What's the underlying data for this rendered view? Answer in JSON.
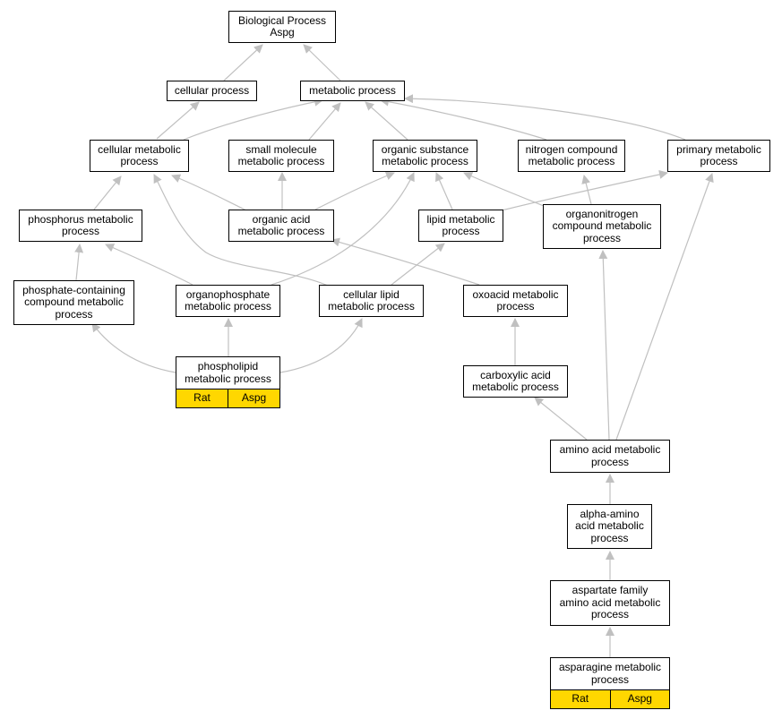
{
  "nodes": {
    "bp": {
      "lines": [
        "Biological Process",
        "Aspg"
      ]
    },
    "cellular": {
      "lines": [
        "cellular process"
      ]
    },
    "metabolic": {
      "lines": [
        "metabolic process"
      ]
    },
    "cellmet": {
      "lines": [
        "cellular metabolic",
        "process"
      ]
    },
    "smallmol": {
      "lines": [
        "small molecule",
        "metabolic process"
      ]
    },
    "orgsub": {
      "lines": [
        "organic substance",
        "metabolic process"
      ]
    },
    "nitrogen": {
      "lines": [
        "nitrogen compound",
        "metabolic process"
      ]
    },
    "primary": {
      "lines": [
        "primary metabolic",
        "process"
      ]
    },
    "phosphorus": {
      "lines": [
        "phosphorus metabolic",
        "process"
      ]
    },
    "orgacid": {
      "lines": [
        "organic acid",
        "metabolic process"
      ]
    },
    "lipid": {
      "lines": [
        "lipid metabolic",
        "process"
      ]
    },
    "organonitrogen": {
      "lines": [
        "organonitrogen",
        "compound metabolic",
        "process"
      ]
    },
    "phosphate": {
      "lines": [
        "phosphate-containing",
        "compound metabolic",
        "process"
      ]
    },
    "organophosphate": {
      "lines": [
        "organophosphate",
        "metabolic process"
      ]
    },
    "cellipid": {
      "lines": [
        "cellular lipid",
        "metabolic process"
      ]
    },
    "oxoacid": {
      "lines": [
        "oxoacid metabolic",
        "process"
      ]
    },
    "phospholipid": {
      "lines": [
        "phospholipid",
        "metabolic process"
      ],
      "tags": [
        "Rat",
        "Aspg"
      ]
    },
    "carboxylic": {
      "lines": [
        "carboxylic acid",
        "metabolic process"
      ]
    },
    "aminoacid": {
      "lines": [
        "amino acid metabolic",
        "process"
      ]
    },
    "alphaamino": {
      "lines": [
        "alpha-amino",
        "acid metabolic",
        "process"
      ]
    },
    "aspartate": {
      "lines": [
        "aspartate family",
        "amino acid metabolic",
        "process"
      ]
    },
    "asparagine": {
      "lines": [
        "asparagine metabolic",
        "process"
      ],
      "tags": [
        "Rat",
        "Aspg"
      ]
    }
  },
  "colors": {
    "edge": "#c0c0c0",
    "tag": "#ffd700",
    "border": "#000000"
  }
}
